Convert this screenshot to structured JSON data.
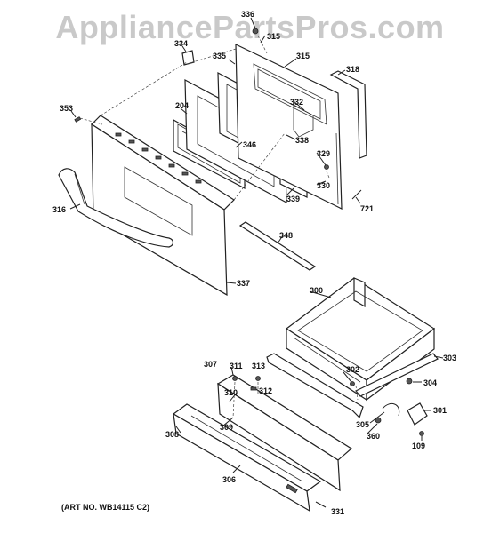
{
  "watermark": "AppliancePartsPros.com",
  "art_number": "(ART NO. WB14115 C2)",
  "part_labels": [
    "336",
    "315",
    "334",
    "335",
    "315",
    "318",
    "353",
    "204",
    "332",
    "346",
    "338",
    "329",
    "330",
    "339",
    "721",
    "316",
    "348",
    "337",
    "300",
    "307",
    "311",
    "313",
    "312",
    "310",
    "303",
    "302",
    "304",
    "305",
    "301",
    "360",
    "308",
    "309",
    "109",
    "306",
    "331"
  ]
}
